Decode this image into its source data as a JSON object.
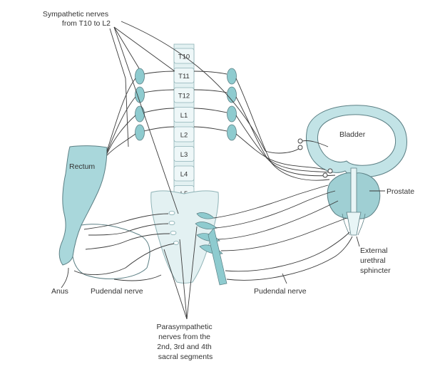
{
  "labels": {
    "sympathetic": [
      "Sympathetic nerves",
      "from T10 to L2"
    ],
    "rectum": "Rectum",
    "bladder": "Bladder",
    "prostate": "Prostate",
    "external_sphincter": [
      "External",
      "urethral",
      "sphincter"
    ],
    "anus": "Anus",
    "pudendal_left": "Pudendal nerve",
    "pudendal_right": "Pudendal nerve",
    "parasympathetic": [
      "Parasympathetic",
      "nerves from the",
      "2nd, 3rd and 4th",
      "sacral segments"
    ]
  },
  "vertebrae": [
    "T10",
    "T11",
    "T12",
    "L1",
    "L2",
    "L3",
    "L4",
    "L5"
  ],
  "colors": {
    "organ_fill": "#c2e3e6",
    "organ_fill_dark": "#9fcfd3",
    "ganglion_fill": "#8ecbcf",
    "bone_fill": "#e3f1f2",
    "line": "#3a3a3a",
    "text": "#333333"
  }
}
